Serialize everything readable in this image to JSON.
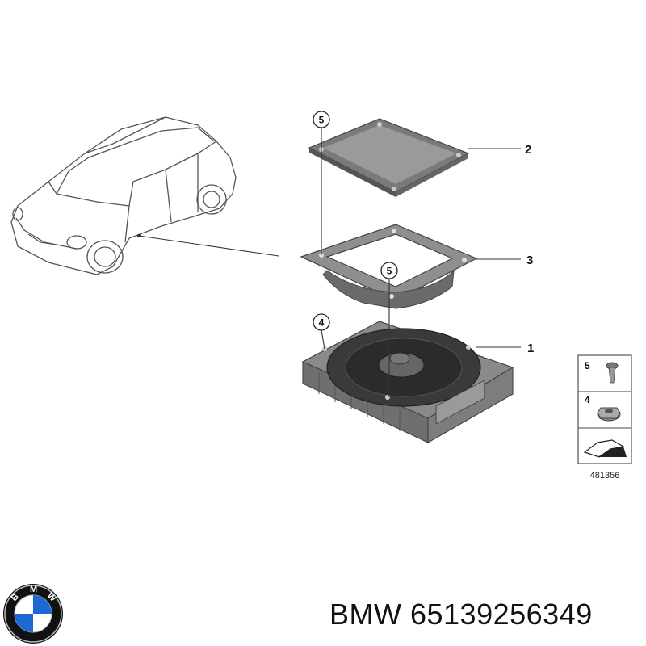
{
  "callouts": {
    "c1": "1",
    "c2": "2",
    "c3": "3",
    "c4_top": "4",
    "c5_top": "5",
    "c5_mid": "5"
  },
  "legend": {
    "item5": "5",
    "item4": "4",
    "ref_number": "481356"
  },
  "brand": {
    "logo_letters": [
      "B",
      "M",
      "W"
    ],
    "text": "BMW 65139256349"
  },
  "colors": {
    "part_gray": "#8f8f8f",
    "part_dark": "#555555",
    "line": "#333333",
    "logo_blue": "#1c69d4"
  }
}
